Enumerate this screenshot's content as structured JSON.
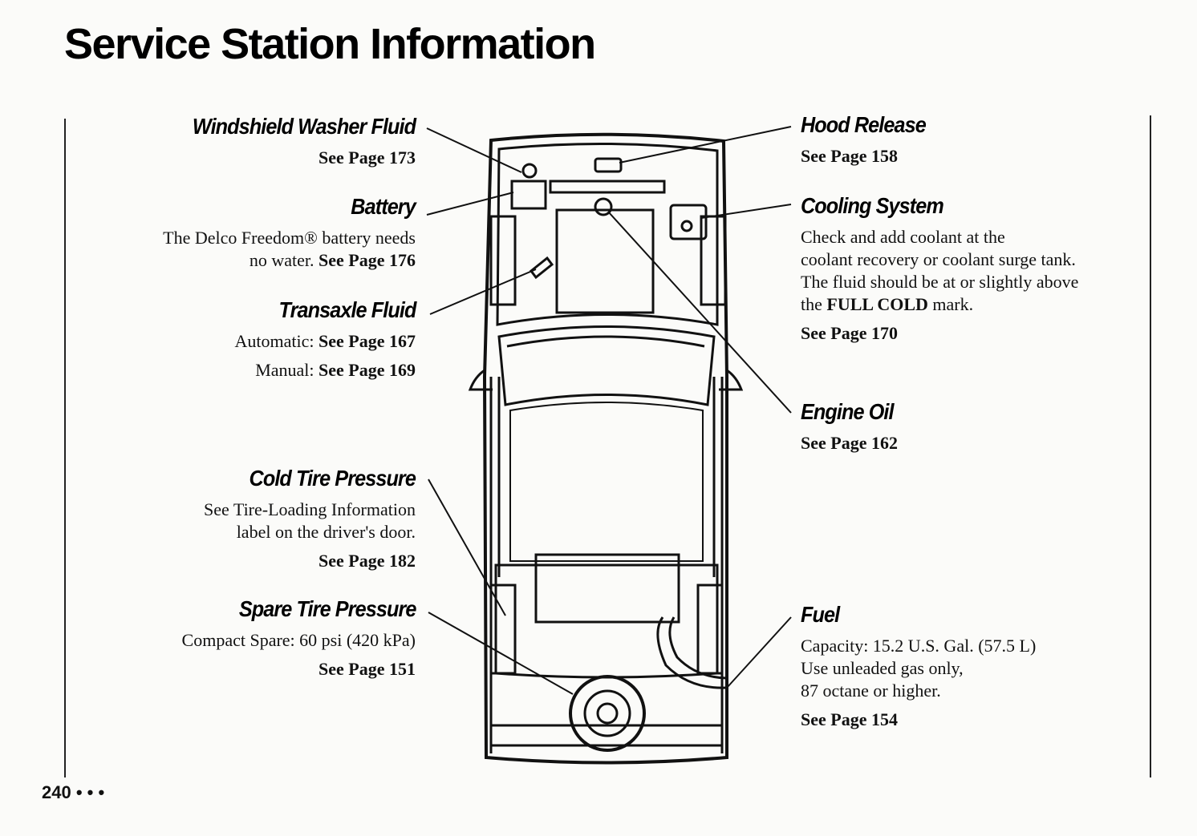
{
  "title": "Service Station Information",
  "page_number": "240 • • •",
  "see_page_prefix": "See Page",
  "left": {
    "windshield": {
      "heading": "Windshield Washer Fluid",
      "page": "See Page 173"
    },
    "battery": {
      "heading": "Battery",
      "line1": "The Delco Freedom® battery needs",
      "line2": "no water.",
      "page": "See Page 176"
    },
    "transaxle": {
      "heading": "Transaxle Fluid",
      "auto_label": "Automatic:",
      "auto_page": "See Page 167",
      "manual_label": "Manual:",
      "manual_page": "See Page 169"
    },
    "cold_tire": {
      "heading": "Cold Tire Pressure",
      "line1": "See Tire-Loading Information",
      "line2": "label on the driver's door.",
      "page": "See Page 182"
    },
    "spare_tire": {
      "heading": "Spare Tire Pressure",
      "line1": "Compact Spare: 60 psi (420 kPa)",
      "page": "See Page 151"
    }
  },
  "right": {
    "hood": {
      "heading": "Hood Release",
      "page": "See Page 158"
    },
    "cooling": {
      "heading": "Cooling System",
      "line1": "Check and add coolant at the",
      "line2": "coolant recovery or coolant surge tank.",
      "line3": "The fluid should be at or slightly above",
      "line4_pre": "the",
      "line4_bold": "FULL COLD",
      "line4_post": "mark.",
      "page": "See Page 170"
    },
    "engine_oil": {
      "heading": "Engine Oil",
      "page": "See Page 162"
    },
    "fuel": {
      "heading": "Fuel",
      "line1": "Capacity: 15.2 U.S. Gal. (57.5 L)",
      "line2": "Use unleaded gas only,",
      "line3": "87 octane or higher.",
      "page": "See Page 154"
    }
  }
}
